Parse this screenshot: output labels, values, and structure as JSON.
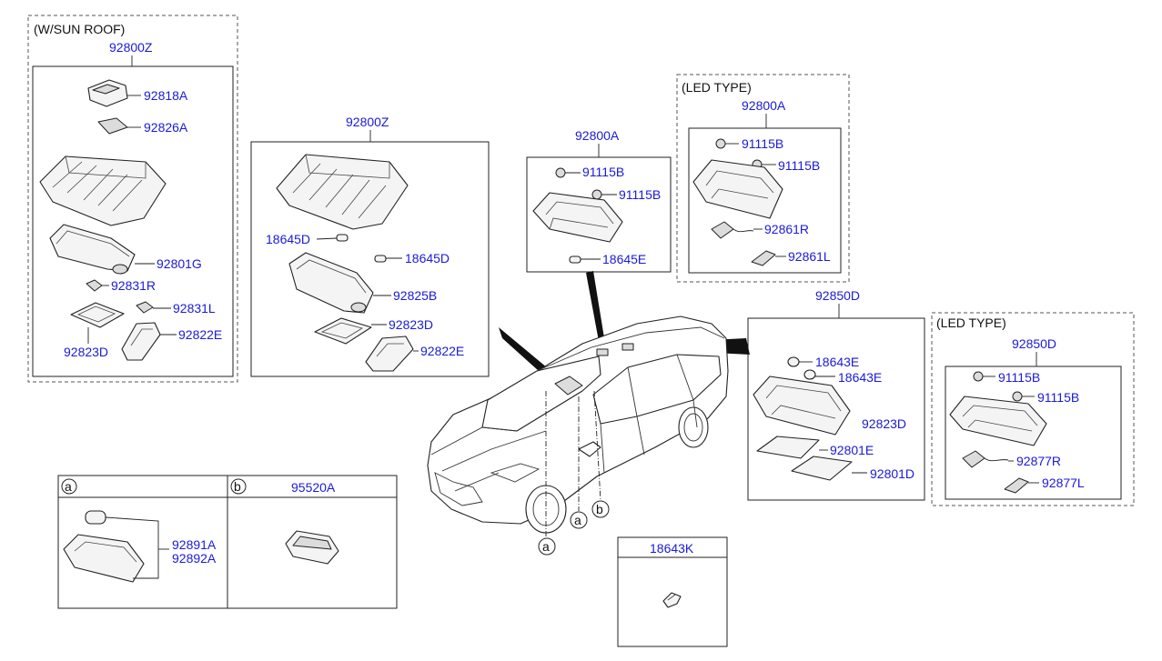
{
  "groups": {
    "sunroof": {
      "header": "(W/SUN ROOF)",
      "assembly": "92800Z",
      "parts": {
        "p1": "92818A",
        "p2": "92826A",
        "p3": "92801G",
        "p4": "92831R",
        "p5": "92831L",
        "p6": "92823D",
        "p7": "92822E"
      }
    },
    "std": {
      "assembly": "92800Z",
      "parts": {
        "p1": "18645D",
        "p2": "18645D",
        "p3": "92825B",
        "p4": "92823D",
        "p5": "92822E"
      }
    },
    "center": {
      "assembly": "92800A",
      "parts": {
        "p1": "91115B",
        "p2": "91115B",
        "p3": "18645E"
      }
    },
    "led1": {
      "header": "(LED TYPE)",
      "assembly": "92800A",
      "parts": {
        "p1": "91115B",
        "p2": "91115B",
        "p3": "92861R",
        "p4": "92861L"
      }
    },
    "rear": {
      "assembly": "92850D",
      "parts": {
        "p1": "18643E",
        "p2": "18643E",
        "p3": "92823D",
        "p4": "92801E",
        "p5": "92801D"
      }
    },
    "led2": {
      "header": "(LED TYPE)",
      "assembly": "92850D",
      "parts": {
        "p1": "91115B",
        "p2": "91115B",
        "p3": "92877R",
        "p4": "92877L"
      }
    },
    "tableA": {
      "marker": "a",
      "p1": "92891A",
      "p2": "92892A"
    },
    "tableB": {
      "marker": "b",
      "part": "95520A"
    },
    "bulb": {
      "part": "18643K"
    }
  },
  "callouts": {
    "a1": "a",
    "a2": "a",
    "b1": "b"
  }
}
